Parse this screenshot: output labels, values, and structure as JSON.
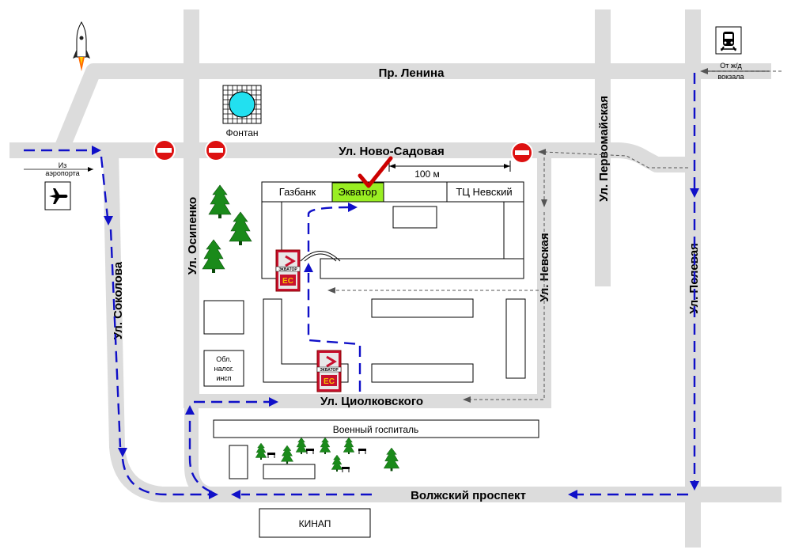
{
  "streets": {
    "lenina": "Пр. Ленина",
    "novo_sadovaya": "Ул. Ново-Садовая",
    "osipenko": "Ул. Осипенко",
    "sokolova": "Ул. Соколова",
    "pervomayskaya": "Ул. Первомайская",
    "nevskaya": "Ул. Невская",
    "polevaya": "Ул. Полевая",
    "tsiolkovskogo": "Ул. Циолковского",
    "volzhsky": "Волжский проспект"
  },
  "places": {
    "fountain": "Фонтан",
    "gazbank": "Газбанк",
    "ekvator": "Экватор",
    "tc_nevsky": "ТЦ Невский",
    "nalog_line1": "Обл.",
    "nalog_line2": "налог.",
    "nalog_line3": "инсп",
    "hospital": "Военный госпиталь",
    "kinap": "КИНАП"
  },
  "annotations": {
    "from_airport_line1": "Из",
    "from_airport_line2": "аэропорта",
    "from_station_line1": "От ж/д",
    "from_station_line2": "вокзала",
    "distance": "100 м"
  },
  "signs": {
    "sign_line1": "ЭКВАТОР",
    "sign_line2": "ЕС"
  },
  "colors": {
    "road": "#dcdcdc",
    "route": "#1010c8",
    "highlight": "#99ee22",
    "no_entry": "#dd1111",
    "checkmark": "#cc0000",
    "fountain": "#22e0f0",
    "tree": "#1a8a1a"
  },
  "icons": {
    "rocket": "rocket-icon",
    "airplane": "airplane-icon",
    "train": "train-icon",
    "no_entry": "no-entry-sign-icon",
    "tree": "tree-icon",
    "bench": "bench-icon",
    "checkmark": "checkmark-icon",
    "fountain": "fountain-icon"
  }
}
